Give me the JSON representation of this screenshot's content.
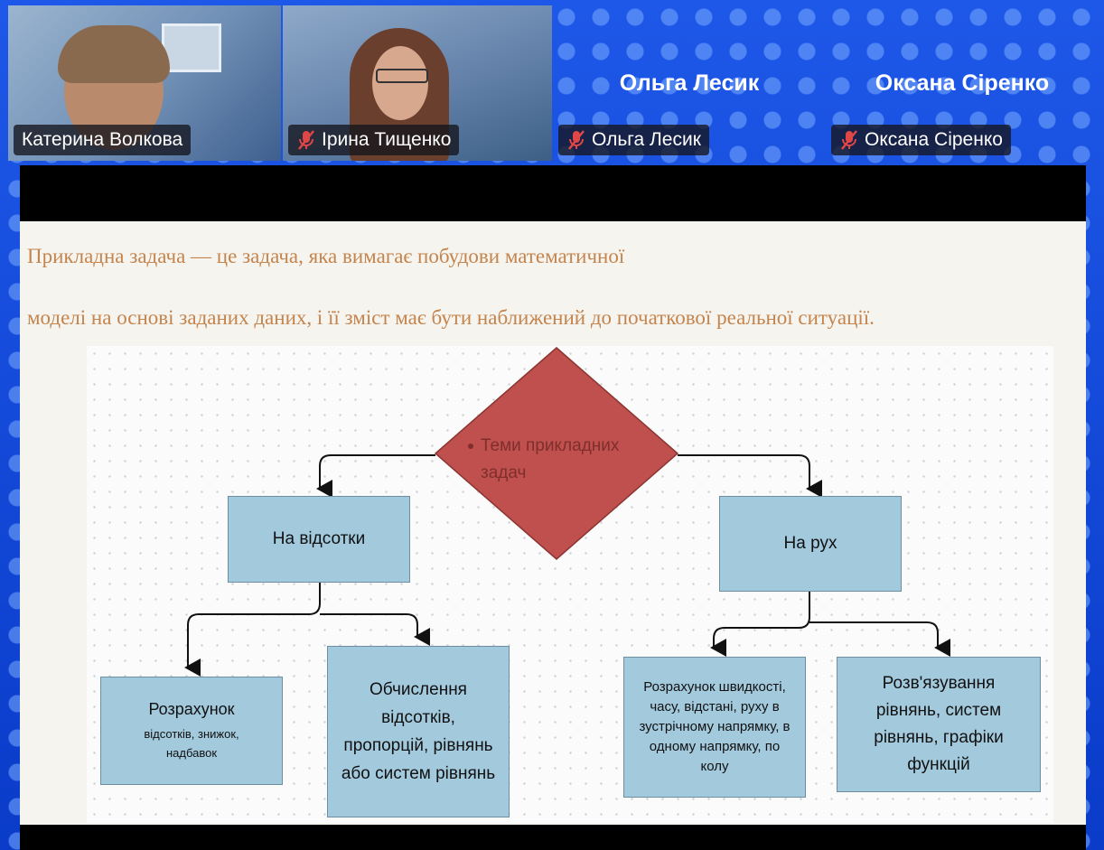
{
  "participants": [
    {
      "name": "Катерина Волкова",
      "muted": false,
      "has_video": true,
      "active_speaker": true
    },
    {
      "name": "Ірина Тищенко",
      "muted": true,
      "has_video": true,
      "active_speaker": false
    },
    {
      "name": "Ольга Лесик",
      "muted": true,
      "has_video": false,
      "active_speaker": false
    },
    {
      "name": "Оксана Сіренко",
      "muted": true,
      "has_video": false,
      "active_speaker": false
    }
  ],
  "slide": {
    "line1": "Прикладна задача — це задача, яка вимагає побудови математичної",
    "line2": "моделі на основі  заданих даних, і її зміст має бути наближений до початкової реальної ситуації.",
    "diagram": {
      "root": "Теми прикладних задач",
      "left": "На відсотки",
      "right": "На рух",
      "left_child1_title": "Розрахунок",
      "left_child1_sub": "відсотків, знижок, надбавок",
      "left_child2": "Обчислення відсотків, пропорцій, рівнянь або систем рівнянь",
      "right_child1": "Розрахунок швидкості, часу, відстані, руху в зустрічному напрямку, в одному напрямку, по колу",
      "right_child2": "Розв'язування рівнянь, систем рівнянь, графіки функцій"
    }
  },
  "colors": {
    "accent_active": "#33e0c5",
    "slide_text": "#c4844d",
    "node_fill": "#a3c9dd",
    "diamond_fill": "#c0504d"
  }
}
